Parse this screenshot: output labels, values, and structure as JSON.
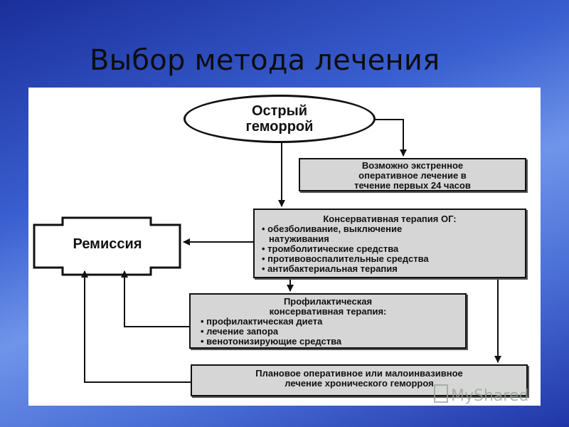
{
  "slide": {
    "title": "Выбор метода лечения"
  },
  "diagram": {
    "start": [
      "Острый",
      "геморрой"
    ],
    "emergency": [
      "Возможно экстренное",
      "оперативное лечение в",
      "течение первых 24 часов"
    ],
    "conservative": {
      "title": "Консервативная терапия ОГ:",
      "items": [
        "обезболивание, выключение",
        "натуживания",
        "тромболитические средства",
        "противовоспалительные средства",
        "антибактериальная терапия"
      ]
    },
    "remission": "Ремиссия",
    "prophylactic": {
      "title": [
        "Профилактическая",
        "консервативная терапия:"
      ],
      "items": [
        "профилактическая диета",
        "лечение запора",
        "венотонизирующие средства"
      ]
    },
    "planned": [
      "Плановое оперативное или малоинвазивное",
      "лечение хронического геморроя"
    ]
  },
  "watermark": "MyShared"
}
